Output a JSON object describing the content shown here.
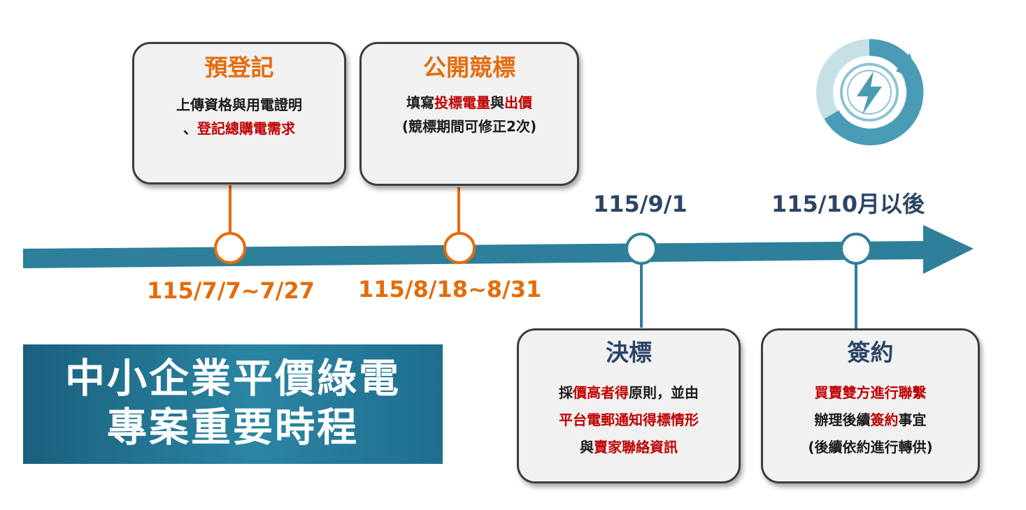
{
  "title": {
    "line1": "中小企業平價綠電",
    "line2": "專案重要時程"
  },
  "milestones": [
    {
      "date": "115/7/7~7/27",
      "title": "預登記",
      "lines": [
        [
          {
            "t": "上傳資格與用電證明",
            "hl": false
          }
        ],
        [
          {
            "t": "、",
            "hl": false
          },
          {
            "t": "登記總購電需求",
            "hl": true
          }
        ]
      ]
    },
    {
      "date": "115/8/18~8/31",
      "title": "公開競標",
      "lines": [
        [
          {
            "t": "填寫",
            "hl": false
          },
          {
            "t": "投標電量",
            "hl": true
          },
          {
            "t": "與",
            "hl": false
          },
          {
            "t": "出價",
            "hl": true
          }
        ],
        [
          {
            "t": "(競標期間可修正2次)",
            "hl": false
          }
        ]
      ]
    },
    {
      "date": "115/9/1",
      "title": "決標",
      "lines": [
        [
          {
            "t": "採",
            "hl": false
          },
          {
            "t": "價高者得",
            "hl": true
          },
          {
            "t": "原則，並由",
            "hl": false
          }
        ],
        [
          {
            "t": "平台電郵通知得標情形",
            "hl": true
          }
        ],
        [
          {
            "t": "與",
            "hl": false
          },
          {
            "t": "賣家聯絡資訊",
            "hl": true
          }
        ]
      ]
    },
    {
      "date": "115/10月以後",
      "title": "簽約",
      "lines": [
        [
          {
            "t": "買賣雙方進行聯繫",
            "hl": true
          }
        ],
        [
          {
            "t": "辦理後續",
            "hl": false
          },
          {
            "t": "簽約",
            "hl": true
          },
          {
            "t": "事宜",
            "hl": false
          }
        ],
        [
          {
            "t": "(後續依約進行轉供)",
            "hl": false
          }
        ]
      ]
    }
  ],
  "colors": {
    "orange": "#e46c0a",
    "teal": "#2d7f9a",
    "red": "#c00000",
    "navy": "#2b4566"
  },
  "icon": "renewable-energy-lightning-icon"
}
